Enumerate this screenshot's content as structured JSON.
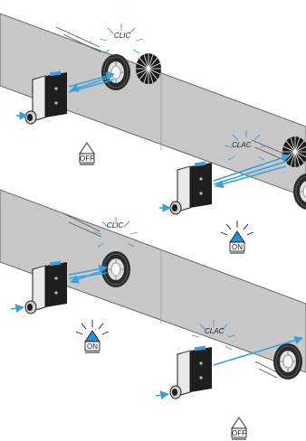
{
  "scenes": [
    {
      "event_a": "CLIC",
      "event_b": "CLAC",
      "indicator_a": "OFF",
      "indicator_b": "ON"
    },
    {
      "event_a": "CLIC",
      "event_b": "CLAC",
      "indicator_a": "ON",
      "indicator_b": "OFF"
    }
  ],
  "colors": {
    "belt": "#c8c8c8",
    "belt_edge": "#6a6a6a",
    "beam": "#3aa0dc",
    "indicator_on": "#2a8fd0",
    "sensor_body": "#1e1e1e",
    "sensor_face": "#e9e9e9"
  },
  "icons": [
    "conveyor-belt",
    "photoelectric-sensor",
    "wheel",
    "reflector-disc",
    "beam-arrow",
    "indicator-lamp"
  ]
}
